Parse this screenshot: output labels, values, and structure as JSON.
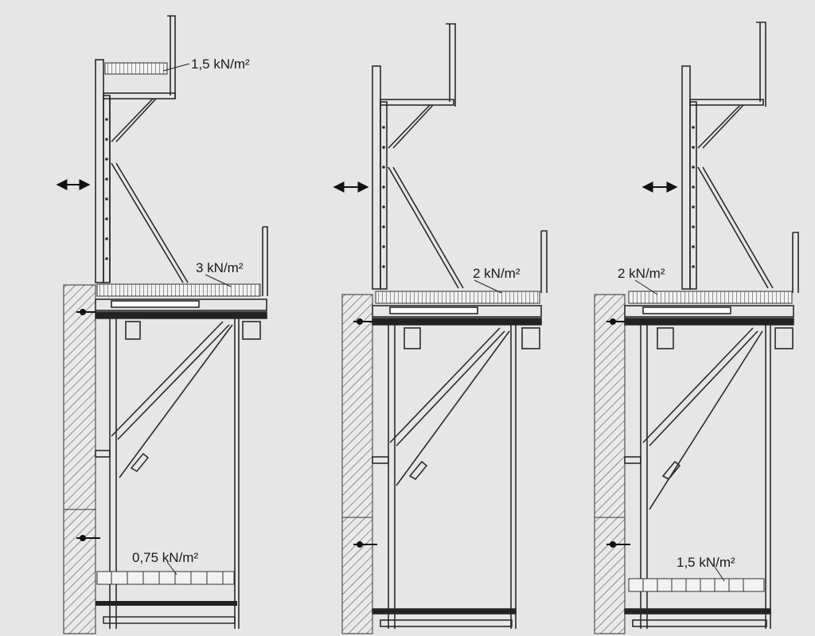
{
  "diagram": {
    "panels": [
      {
        "name": "left",
        "labels": [
          "1,5 kN/m²",
          "3 kN/m²",
          "0,75 kN/m²"
        ]
      },
      {
        "name": "middle",
        "labels": [
          "2 kN/m²"
        ]
      },
      {
        "name": "right",
        "labels": [
          "2 kN/m²",
          "1,5 kN/m²"
        ]
      }
    ],
    "colors": {
      "background": "#e6e6e6",
      "line": "#2a2a2a",
      "hatch": "#555555",
      "deck": "#f2f2f2"
    },
    "icons": [
      "double-arrow-icon",
      "anchor-icon"
    ]
  }
}
